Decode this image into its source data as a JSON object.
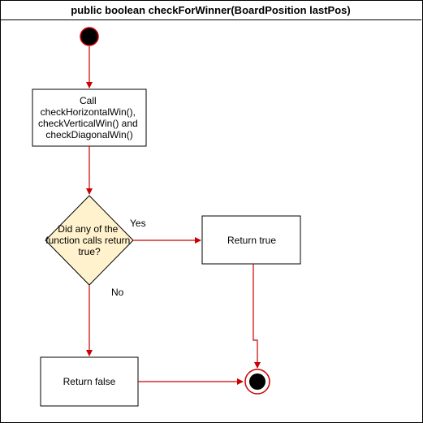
{
  "title": "public boolean checkForWinner(BoardPosition lastPos)",
  "nodes": {
    "call": [
      "Call",
      "checkHorizontalWin(),",
      "checkVerticalWin() and",
      "checkDiagonalWin()"
    ],
    "decision": [
      "Did any of the",
      "function calls return",
      "true?"
    ],
    "return_true": "Return true",
    "return_false": "Return false"
  },
  "edges": {
    "yes": "Yes",
    "no": "No"
  },
  "colors": {
    "arrow": "#cc0000",
    "decision_fill": "#fff2cc",
    "start": "#000000"
  }
}
